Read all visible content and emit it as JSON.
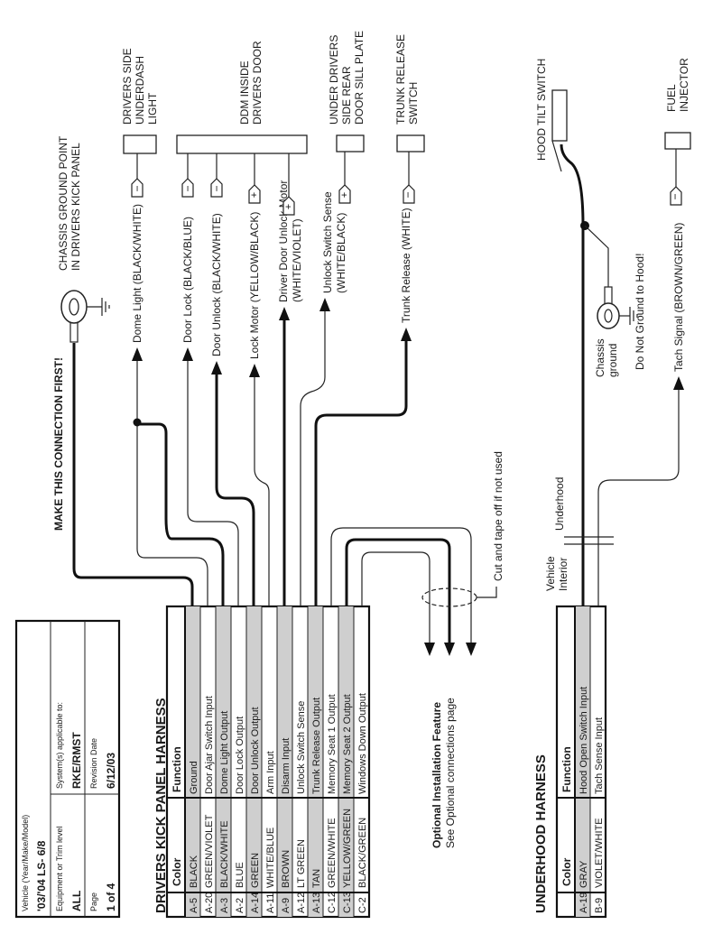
{
  "info_block": {
    "vehicle_label": "Vehicle (Year/Make/Model)",
    "vehicle_value": "'03/'04 LS- 6/8",
    "trim_label": "Equipment or Trim level",
    "trim_value": "ALL",
    "systems_label": "System(s) applicable to:",
    "systems_value": "RKE/RMST",
    "page_label": "Page",
    "page_value": "1 of 4",
    "revision_label": "Revision Date",
    "revision_value": "6/12/03"
  },
  "kick_panel": {
    "title": "DRIVERS KICK PANEL HARNESS",
    "col_color": "Color",
    "col_function": "Function",
    "rows": [
      {
        "pin": "A-5",
        "color": "BLACK",
        "function": "Ground",
        "shaded": true
      },
      {
        "pin": "A-20",
        "color": "GREEN/VIOLET",
        "function": "Door Ajar Switch Input",
        "shaded": false
      },
      {
        "pin": "A-3",
        "color": "BLACK/WHITE",
        "function": "Dome Light Output",
        "shaded": true
      },
      {
        "pin": "A-2",
        "color": "BLUE",
        "function": "Door Lock Output",
        "shaded": false
      },
      {
        "pin": "A-14",
        "color": "GREEN",
        "function": "Door Unlock Output",
        "shaded": true
      },
      {
        "pin": "A-11",
        "color": "WHITE/BLUE",
        "function": "Arm Input",
        "shaded": false
      },
      {
        "pin": "A-9",
        "color": "BROWN",
        "function": "Disarm Input",
        "shaded": true
      },
      {
        "pin": "A-12",
        "color": "LT GREEN",
        "function": "Unlock Switch Sense",
        "shaded": false
      },
      {
        "pin": "A-13",
        "color": "TAN",
        "function": "Trunk Release Output",
        "shaded": true
      },
      {
        "pin": "C-12",
        "color": "GREEN/WHITE",
        "function": "Memory Seat 1 Output",
        "shaded": false
      },
      {
        "pin": "C-13",
        "color": "YELLOW/GREEN",
        "function": "Memory Seat 2 Output",
        "shaded": true
      },
      {
        "pin": "C-2",
        "color": "BLACK/GREEN",
        "function": "Windows Down Output",
        "shaded": false
      }
    ]
  },
  "underhood": {
    "title": "UNDERHOOD HARNESS",
    "col_color": "Color",
    "col_function": "Function",
    "rows": [
      {
        "pin": "A-19",
        "color": "GRAY",
        "function": "Hood Open Switch Input",
        "shaded": true
      },
      {
        "pin": "B-9",
        "color": "VIOLET/WHITE",
        "function": "Tach Sense Input",
        "shaded": false
      }
    ]
  },
  "notes": {
    "make_first": "MAKE THIS CONNECTION FIRST!",
    "optional_title": "Optional Installation Feature",
    "optional_sub": "See Optional connections page",
    "cut_tape": "Cut and tape off if not used",
    "vehicle_interior_1": "Vehicle",
    "vehicle_interior_2": "Interior",
    "underhood_label": "Underhood",
    "chassis_ground_1": "Chassis",
    "chassis_ground_2": "ground",
    "no_hood_ground": "Do Not Ground to Hood!"
  },
  "connections": {
    "dome_light": "Dome Light (BLACK/WHITE)",
    "door_lock": "Door Lock (BLACK/BLUE)",
    "door_unlock": "Door Unlock (BLACK/WHITE)",
    "lock_motor": "Lock Motor (YELLOW/BLACK)",
    "driver_unlock_1": "Driver Door Unlock Motor",
    "driver_unlock_2": "(WHITE/VIOLET)",
    "unlock_sense_1": "Unlock Switch Sense",
    "unlock_sense_2": "(WHITE/BLACK)",
    "trunk_release": "Trunk Release (WHITE)",
    "tach_signal": "Tach Signal (BROWN/GREEN)"
  },
  "locations": {
    "chassis_gp_1": "CHASSIS GROUND POINT",
    "chassis_gp_2": "IN DRIVERS KICK PANEL",
    "underdash_1": "DRIVERS SIDE",
    "underdash_2": "UNDERDASH",
    "underdash_3": "LIGHT",
    "ddm_1": "DDM INSIDE",
    "ddm_2": "DRIVERS DOOR",
    "sill_1": "UNDER DRIVERS",
    "sill_2": "SIDE REAR",
    "sill_3": "DOOR SILL PLATE",
    "trunk_1": "TRUNK RELEASE",
    "trunk_2": "SWITCH",
    "hood_tilt": "HOOD TILT SWITCH",
    "fuel_1": "FUEL",
    "fuel_2": "INJECTOR"
  },
  "polarity": {
    "minus": "−",
    "plus": "+"
  }
}
